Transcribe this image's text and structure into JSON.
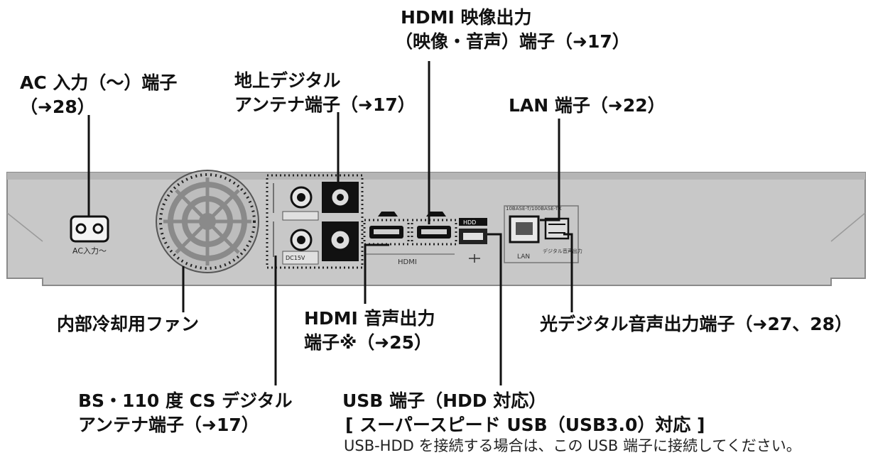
{
  "labels": {
    "ac_input": [
      "AC 入力（〜）端子",
      "（➜28）"
    ],
    "terrestrial": [
      "地上デジタル",
      "アンテナ端子（➜17）"
    ],
    "hdmi_video": [
      "HDMI 映像出力",
      "（映像・音声）端子（➜17）"
    ],
    "lan": [
      "LAN 端子（➜22）"
    ],
    "fan": [
      "内部冷却用ファン"
    ],
    "hdmi_audio": [
      "HDMI 音声出力",
      "端子※（➜25）"
    ],
    "optical": [
      "光デジタル音声出力端子（➜27、28）"
    ],
    "bs_cs": [
      "BS・110 度 CS デジタル",
      "アンテナ端子（➜17）"
    ],
    "usb": [
      "USB 端子（HDD 対応）",
      "[ スーパースピード USB（USB3.0）対応 ]"
    ],
    "usb_note": "USB-HDD を接続する場合は、この USB 端子に接続してください。"
  },
  "panel_text": {
    "ac_label": "AC入力〜",
    "hdmi_label": "HDMI",
    "hdd_label": "HDD",
    "lan_label": "LAN",
    "optical_label": "デジタル音声出力",
    "lan_spec": "10BASE-T/100BASE-TX",
    "bs_voltage": "DC15V"
  }
}
